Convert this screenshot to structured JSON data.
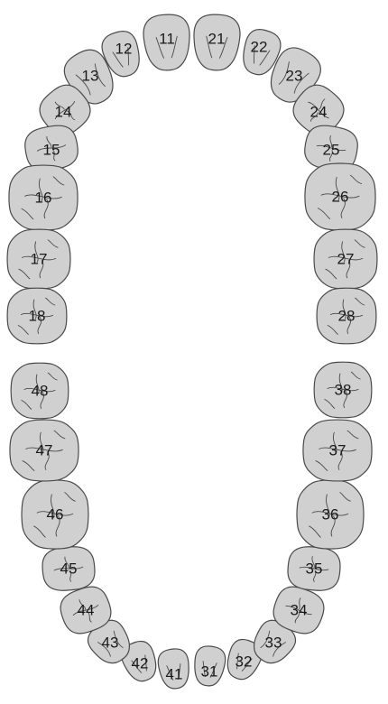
{
  "teeth": [
    {
      "label": "11"
    },
    {
      "label": "12"
    },
    {
      "label": "13"
    },
    {
      "label": "14"
    },
    {
      "label": "15"
    },
    {
      "label": "16"
    },
    {
      "label": "17"
    },
    {
      "label": "18"
    },
    {
      "label": "21"
    },
    {
      "label": "22"
    },
    {
      "label": "23"
    },
    {
      "label": "24"
    },
    {
      "label": "25"
    },
    {
      "label": "26"
    },
    {
      "label": "27"
    },
    {
      "label": "28"
    },
    {
      "label": "31"
    },
    {
      "label": "32"
    },
    {
      "label": "33"
    },
    {
      "label": "34"
    },
    {
      "label": "35"
    },
    {
      "label": "36"
    },
    {
      "label": "37"
    },
    {
      "label": "38"
    },
    {
      "label": "41"
    },
    {
      "label": "42"
    },
    {
      "label": "43"
    },
    {
      "label": "44"
    },
    {
      "label": "45"
    },
    {
      "label": "46"
    },
    {
      "label": "47"
    },
    {
      "label": "48"
    }
  ],
  "colors": {
    "tooth_fill": "#d0d0d0",
    "tooth_outline": "#4a4a4a",
    "label": "#1a1a1a"
  }
}
